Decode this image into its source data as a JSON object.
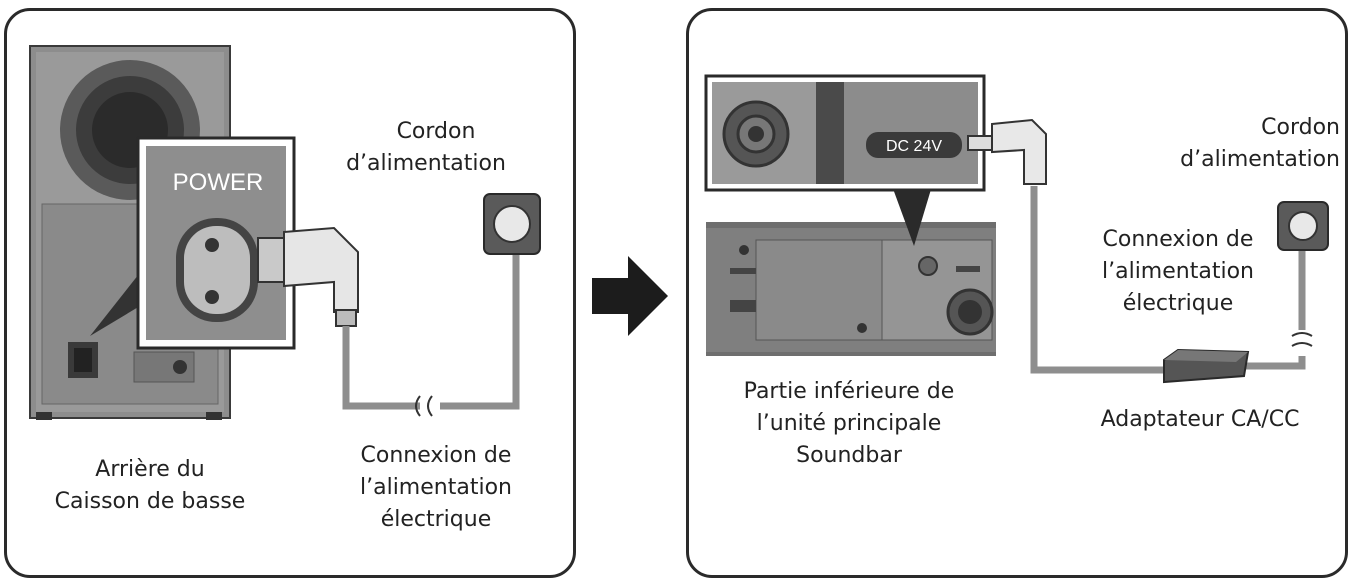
{
  "left_panel": {
    "power_label": "POWER",
    "power_cord_label": [
      "Cordon",
      "d’alimentation"
    ],
    "power_connection_label": [
      "Connexion de",
      "l’alimentation",
      "électrique"
    ],
    "subwoofer_label": [
      "Arrière du",
      "Caisson de basse"
    ]
  },
  "right_panel": {
    "dc_label": "DC 24V",
    "power_cord_label": [
      "Cordon",
      "d’alimentation"
    ],
    "power_connection_label": [
      "Connexion de",
      "l’alimentation",
      "électrique"
    ],
    "adapter_label": "Adaptateur CA/CC",
    "soundbar_label": [
      "Partie inférieure de",
      "l’unité principale",
      "Soundbar"
    ]
  },
  "icons": [
    "arrow-right-icon",
    "power-outlet-icon",
    "cable-break-icon"
  ]
}
